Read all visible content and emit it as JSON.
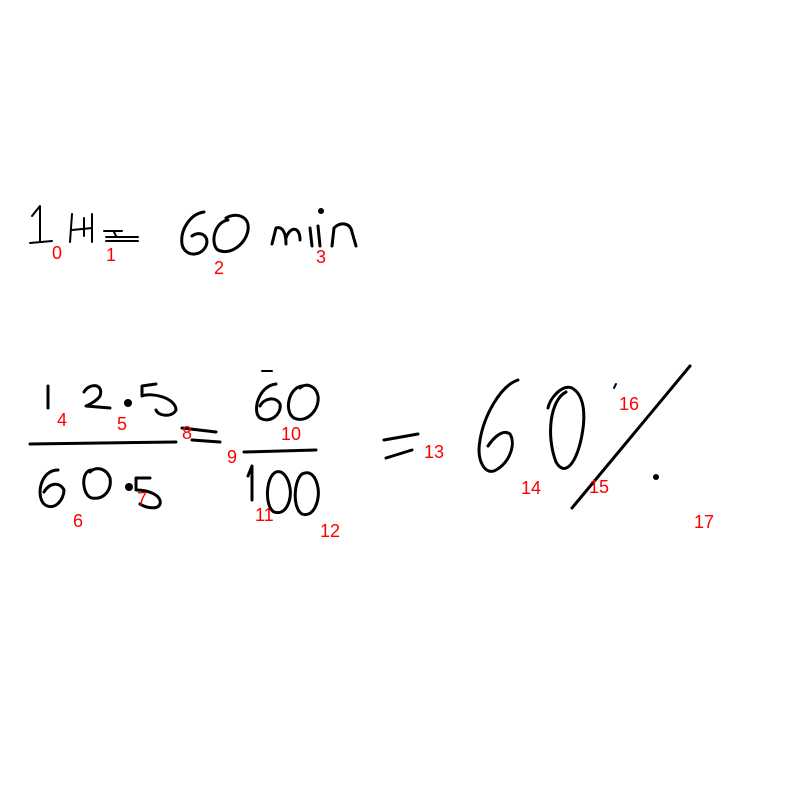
{
  "canvas": {
    "background": "#ffffff",
    "ink_color": "#000000",
    "label_color": "#ff0000"
  },
  "stroke_labels": [
    "0",
    "1",
    "2",
    "3",
    "4",
    "5",
    "6",
    "7",
    "8",
    "9",
    "10",
    "11",
    "12",
    "13",
    "14",
    "15",
    "16",
    "17"
  ]
}
